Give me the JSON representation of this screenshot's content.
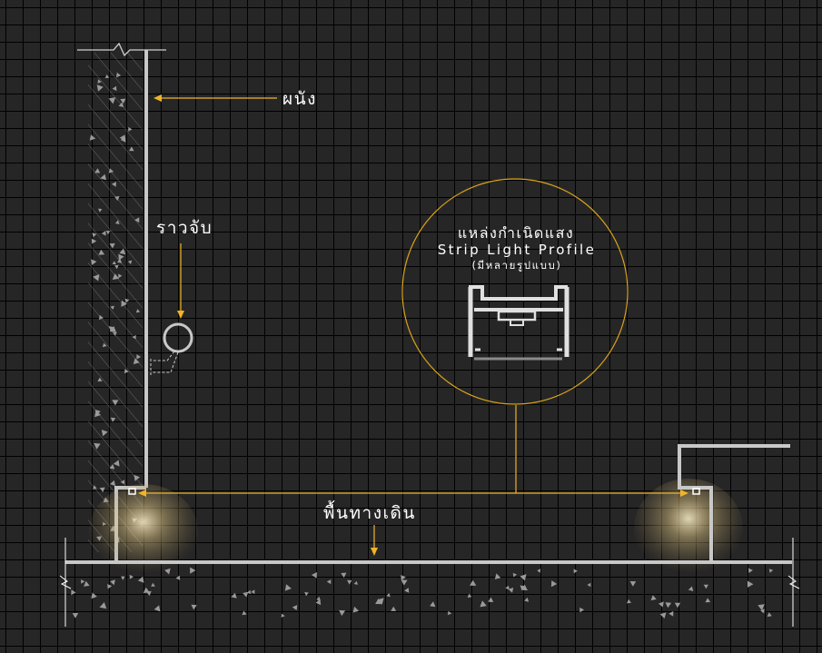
{
  "labels": {
    "wall": "ผนัง",
    "handrail": "ราวจับ",
    "floor": "พื้นทางเดิน",
    "light_source": "แหล่งกำเนิดแสง",
    "profile_name": "Strip Light Profile",
    "profile_note": "(มีหลายรูปแบบ)"
  },
  "colors": {
    "accent": "#f0b429",
    "line": "#c8c8c8",
    "background": "#262626",
    "grid": "#000000",
    "glow": "#fff2c8"
  }
}
